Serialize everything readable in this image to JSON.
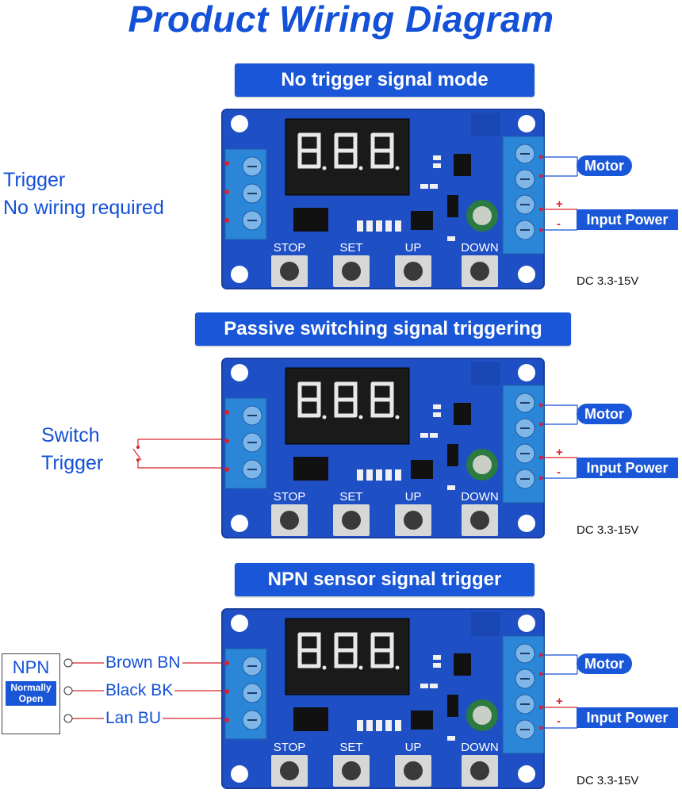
{
  "title": "Product Wiring Diagram",
  "sections": [
    {
      "banner": "No trigger signal mode",
      "side_text": [
        "Trigger",
        "No wiring required"
      ],
      "motor": "Motor",
      "input_power": "Input Power",
      "plus": "+",
      "minus": "-",
      "dc": "DC 3.3-15V"
    },
    {
      "banner": "Passive switching signal triggering",
      "side_text": [
        "Switch",
        "Trigger"
      ],
      "motor": "Motor",
      "input_power": "Input Power",
      "plus": "+",
      "minus": "-",
      "dc": "DC 3.3-15V"
    },
    {
      "banner": "NPN sensor signal trigger",
      "npn": {
        "title": "NPN",
        "subtitle": "Normally Open"
      },
      "wires": [
        "Brown BN",
        "Black BK",
        "Lan BU"
      ],
      "motor": "Motor",
      "input_power": "Input Power",
      "plus": "+",
      "minus": "-",
      "dc": "DC 3.3-15V"
    }
  ],
  "board": {
    "buttons": [
      "STOP",
      "SET",
      "UP",
      "DOWN"
    ],
    "display": "8.8.8",
    "colors": {
      "board": "#1f4fc4",
      "terminal": "#2c86d8",
      "wire": "#d6232f",
      "label": "#1351d8"
    }
  }
}
